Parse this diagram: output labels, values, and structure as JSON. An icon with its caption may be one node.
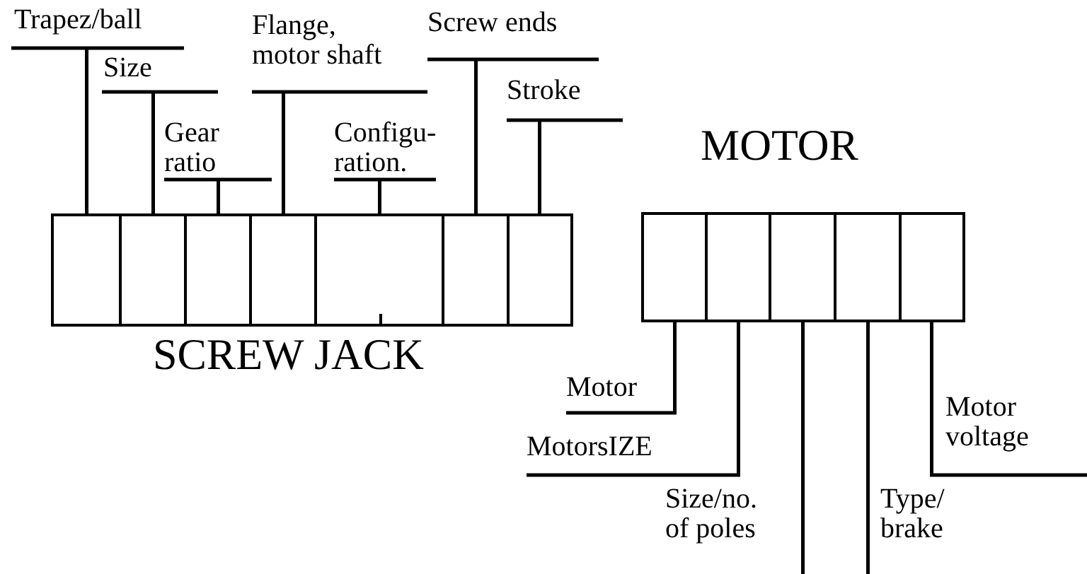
{
  "diagram": {
    "nodes": [
      {
        "text": [
          "Trapez/ball"
        ]
      },
      {
        "text": [
          "Size"
        ]
      },
      {
        "text": [
          "Gear ratio"
        ]
      },
      {
        "text": [
          "Flange, motor shaft"
        ]
      },
      {
        "text": [
          "Configu- ration."
        ]
      },
      {
        "text": [
          "Screw ends"
        ]
      },
      {
        "text": [
          "Stroke"
        ]
      },
      {
        "text": [
          "SCREW JACK"
        ]
      },
      {
        "text": [],
        "shape": "box",
        "in": 7
      },
      {
        "text": [],
        "shape": "box",
        "in": 7
      },
      {
        "text": [],
        "shape": "box",
        "in": 7
      },
      {
        "text": [],
        "shape": "box",
        "in": 7
      },
      {
        "text": [],
        "shape": "box",
        "in": 7
      },
      {
        "text": [],
        "shape": "box",
        "in": 7
      },
      {
        "text": [],
        "shape": "box",
        "in": 7
      },
      {
        "text": [
          "MOTOR"
        ]
      },
      {
        "text": [],
        "shape": "box",
        "in": 15
      },
      {
        "text": [],
        "shape": "box",
        "in": 15
      },
      {
        "text": [],
        "shape": "box",
        "in": 15
      },
      {
        "text": [],
        "shape": "box",
        "in": 15
      },
      {
        "text": [],
        "shape": "box",
        "in": 15
      },
      {
        "text": [
          "Motor"
        ]
      },
      {
        "text": [
          "MotorsIZE"
        ]
      },
      {
        "text": [
          "Motor voltage"
        ]
      },
      {
        "text": [
          "Size/no. of poles"
        ]
      },
      {
        "text": [
          "Type/ brake"
        ]
      }
    ],
    "edges": [
      {
        "from": 0,
        "to": 8,
        "arrow": "none"
      },
      {
        "from": 1,
        "to": 9,
        "arrow": "none"
      },
      {
        "from": 2,
        "to": 10,
        "arrow": "none"
      },
      {
        "from": 3,
        "to": 11,
        "arrow": "none"
      },
      {
        "from": 4,
        "to": 12,
        "arrow": "none"
      },
      {
        "from": 5,
        "to": 13,
        "arrow": "none"
      },
      {
        "from": 6,
        "to": 14,
        "arrow": "none"
      },
      {
        "from": 21,
        "to": 16,
        "arrow": "none"
      },
      {
        "from": 22,
        "to": 17,
        "arrow": "none"
      },
      {
        "from": 24,
        "to": 18,
        "arrow": "none"
      },
      {
        "from": 25,
        "to": 19,
        "arrow": "none"
      },
      {
        "from": 23,
        "to": 20,
        "arrow": "none"
      }
    ]
  }
}
